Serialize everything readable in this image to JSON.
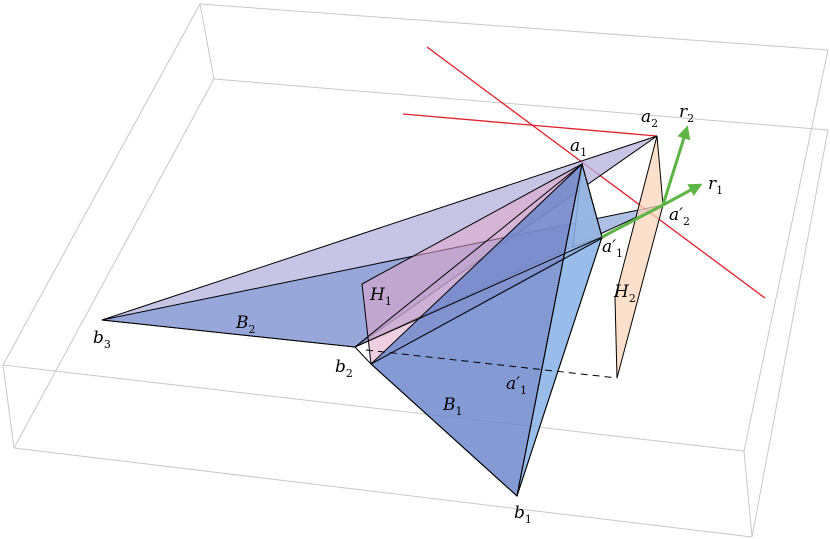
{
  "labels": {
    "b3": {
      "base": "b",
      "sub": "3"
    },
    "b2": {
      "base": "b",
      "sub": "2"
    },
    "b1": {
      "base": "b",
      "sub": "1"
    },
    "B2": {
      "base": "B",
      "sub": "2"
    },
    "B1": {
      "base": "B",
      "sub": "1"
    },
    "H1": {
      "base": "H",
      "sub": "1"
    },
    "H2": {
      "base": "H",
      "sub": "2"
    },
    "a1": {
      "base": "a",
      "sub": "1"
    },
    "a2": {
      "base": "a",
      "sub": "2"
    },
    "a1p_upper": {
      "base": "a′",
      "sub": "1"
    },
    "a1p_lower": {
      "base": "a′",
      "sub": "1"
    },
    "a2p": {
      "base": "a′",
      "sub": "2"
    },
    "r1": {
      "base": "r",
      "sub": "1"
    },
    "r2": {
      "base": "r",
      "sub": "2"
    }
  },
  "colors": {
    "box_edge": "#c8c8c8",
    "edge": "#000000",
    "blue_face": "#6f88cc",
    "lavender_face": "#b3b1dd",
    "pink_face": "#e3a6c8",
    "peach_face": "#fbd6bb",
    "red_line": "#e0202a",
    "green_arrow": "#5cb544"
  }
}
